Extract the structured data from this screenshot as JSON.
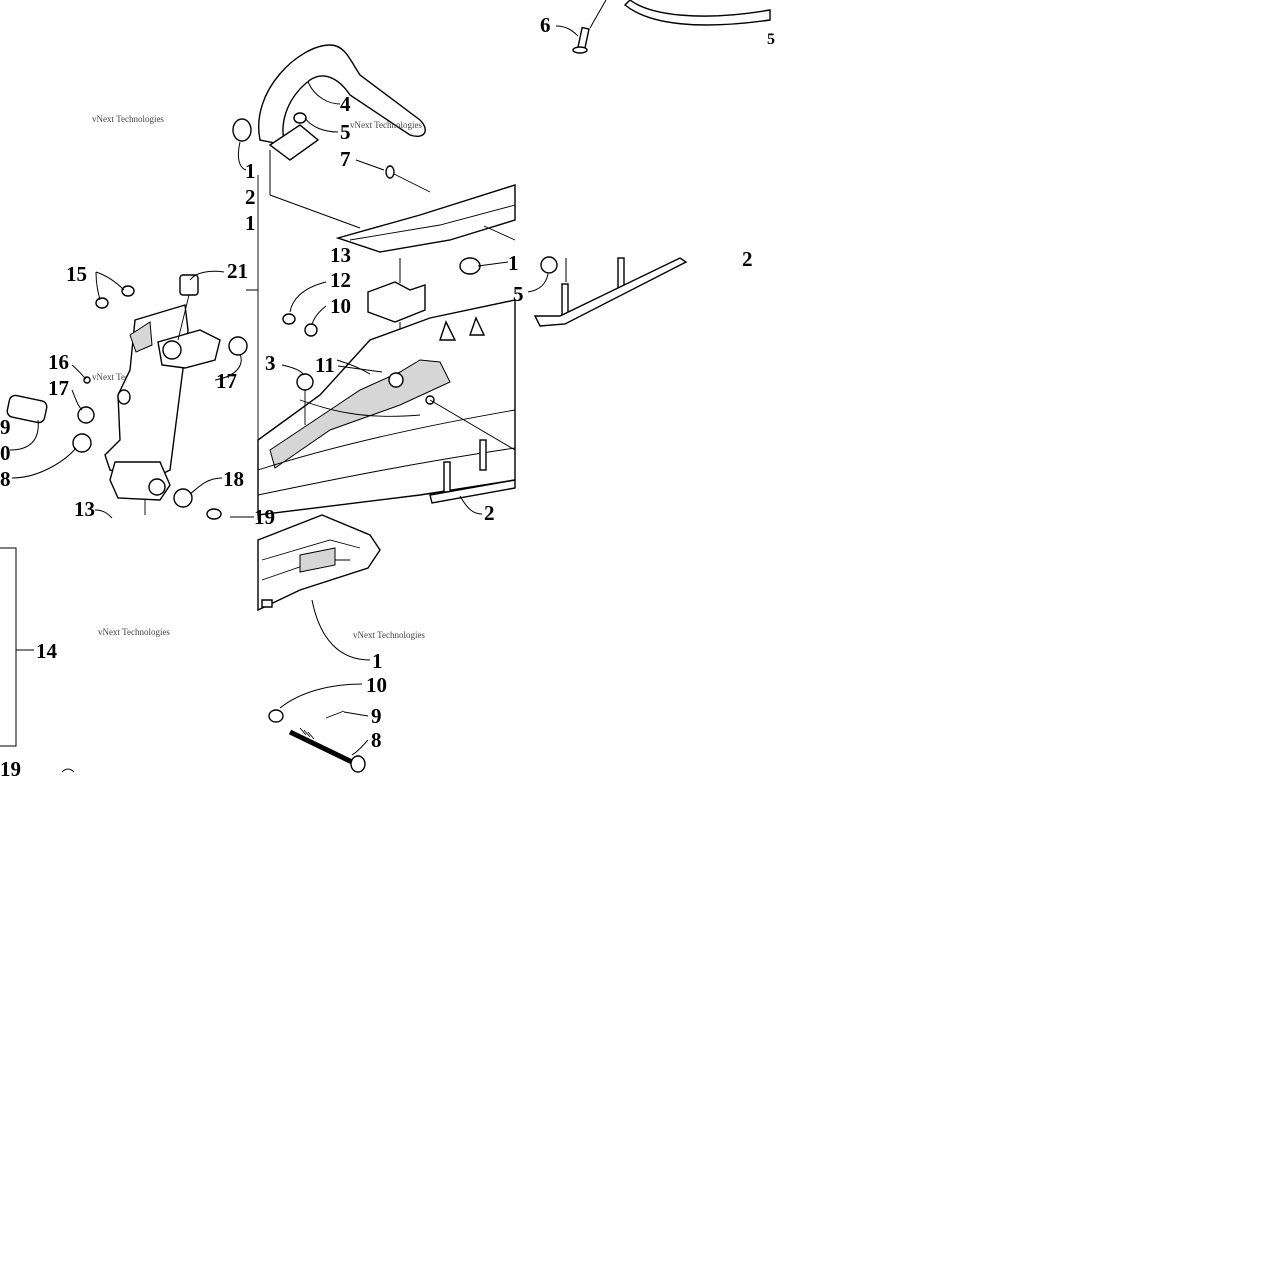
{
  "watermark": "vNext Technologies",
  "callouts": {
    "c1": "6",
    "c2": "4",
    "c3": "5",
    "c4": "1",
    "c5": "7",
    "c6": "2",
    "c7": "1",
    "c8": "15",
    "c9": "21",
    "c10": "12",
    "c11": "10",
    "c12": "5",
    "c13": "2",
    "c14": "16",
    "c15": "17",
    "c16": "17",
    "c17": "3",
    "c18": "11",
    "c19": "9",
    "c20": "0",
    "c21": "8",
    "c22": "18",
    "c23": "13",
    "c24": "19",
    "c25": "2",
    "c26": "14",
    "c27": "1",
    "c28": "10",
    "c29": "9",
    "c30": "8",
    "c31": "19",
    "c32": "5",
    "c33": "1",
    "c34": "13"
  }
}
